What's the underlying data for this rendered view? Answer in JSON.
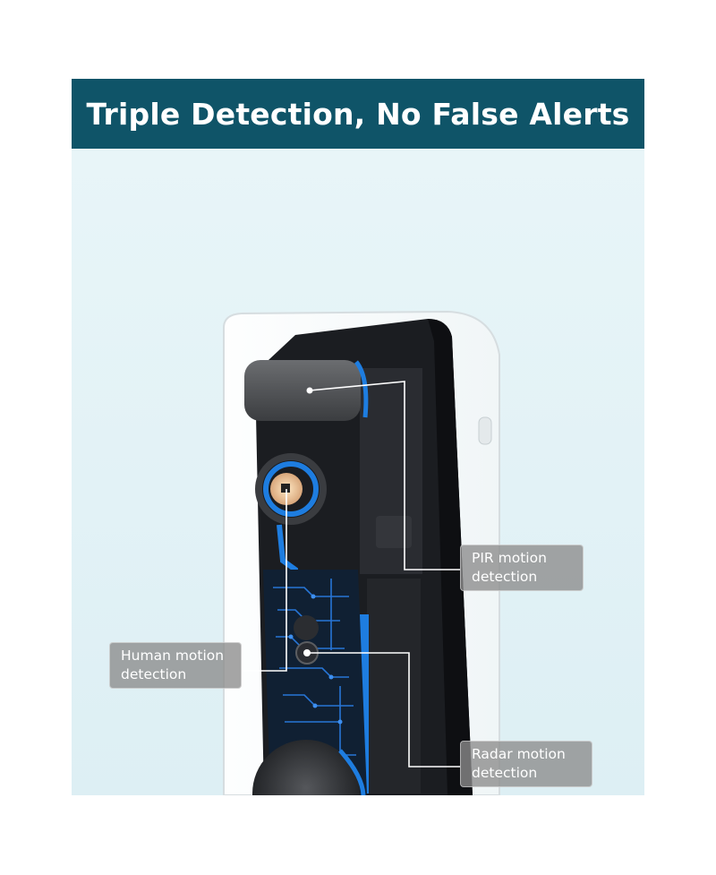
{
  "banner": {
    "title": "Triple Detection, No False Alerts"
  },
  "callouts": {
    "pir": {
      "line1": "PIR motion",
      "line2": "detection"
    },
    "human": {
      "line1": "Human motion",
      "line2": "detection"
    },
    "radar": {
      "line1": "Radar motion",
      "line2": "detection"
    }
  },
  "colors": {
    "banner": "#0f5468",
    "background": "#e8f5f8",
    "accent": "#1f7ee0",
    "device_dark": "#1b1d21"
  }
}
